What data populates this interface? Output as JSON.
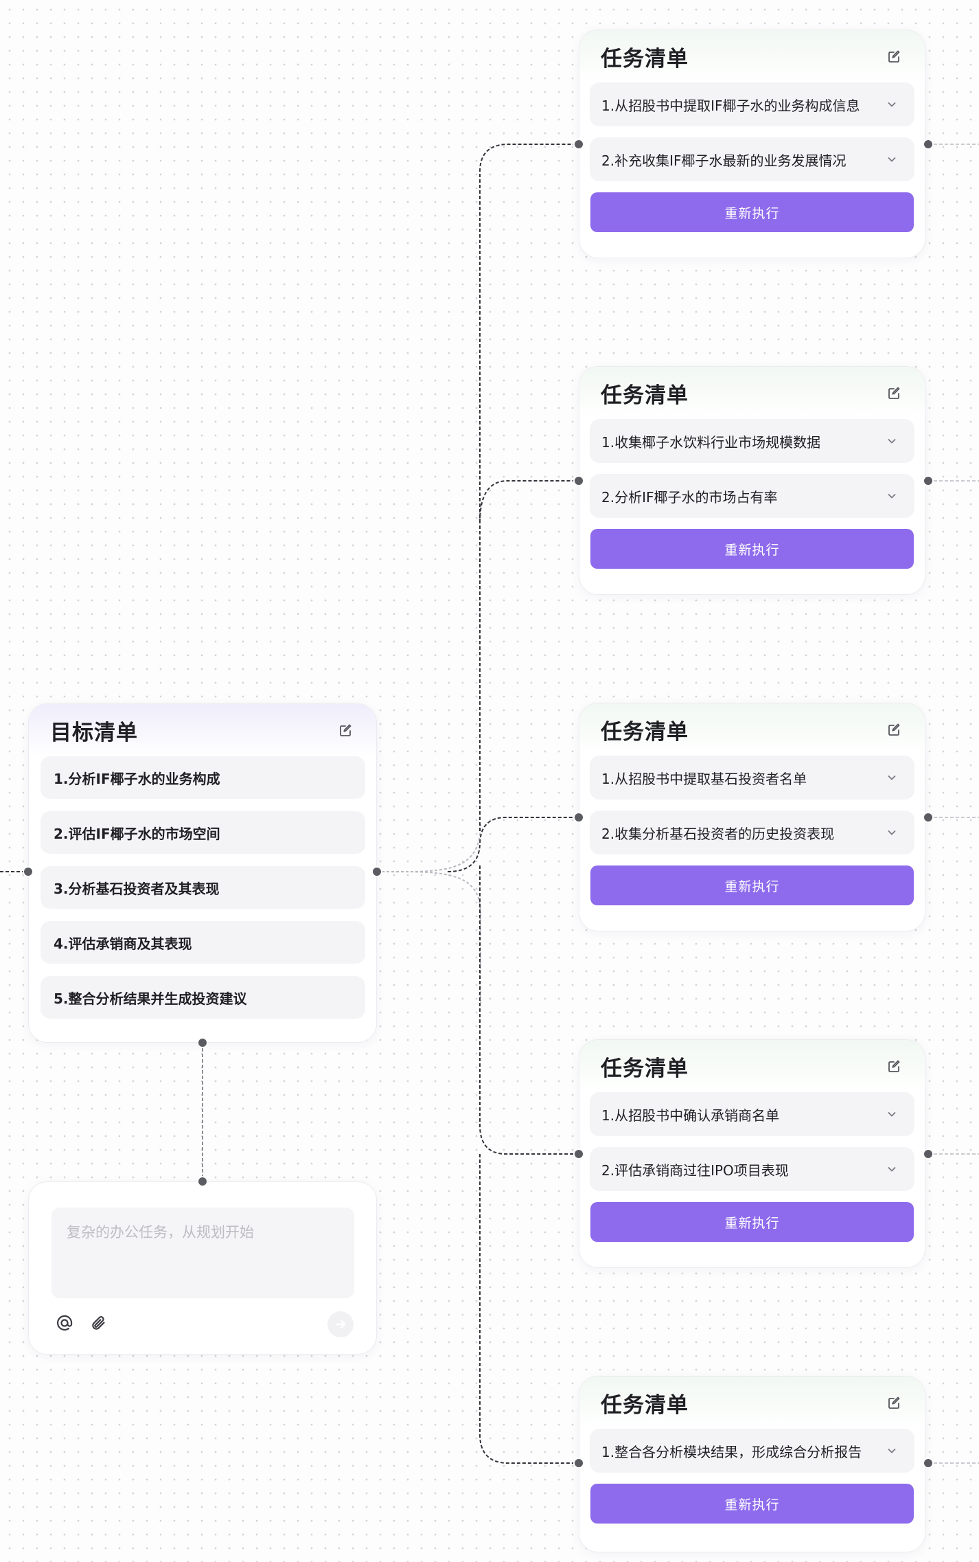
{
  "goal": {
    "title": "目标清单",
    "items": [
      "1.分析IF椰子水的业务构成",
      "2.评估IF椰子水的市场空间",
      "3.分析基石投资者及其表现",
      "4.评估承销商及其表现",
      "5.整合分析结果并生成投资建议"
    ]
  },
  "tasks": [
    {
      "title": "任务清单",
      "items": [
        "1.从招股书中提取IF椰子水的业务构成信息",
        "2.补充收集IF椰子水最新的业务发展情况"
      ],
      "button": "重新执行"
    },
    {
      "title": "任务清单",
      "items": [
        "1.收集椰子水饮料行业市场规模数据",
        "2.分析IF椰子水的市场占有率"
      ],
      "button": "重新执行"
    },
    {
      "title": "任务清单",
      "items": [
        "1.从招股书中提取基石投资者名单",
        "2.收集分析基石投资者的历史投资表现"
      ],
      "button": "重新执行"
    },
    {
      "title": "任务清单",
      "items": [
        "1.从招股书中确认承销商名单",
        "2.评估承销商过往IPO项目表现"
      ],
      "button": "重新执行"
    },
    {
      "title": "任务清单",
      "items": [
        "1.整合各分析模块结果，形成综合分析报告"
      ],
      "button": "重新执行"
    }
  ],
  "input": {
    "placeholder": "复杂的办公任务，从规划开始"
  },
  "icons": {
    "edit": "edit-icon",
    "chevron": "chevron-down-icon",
    "mention": "at-icon",
    "attach": "paperclip-icon",
    "send": "send-icon"
  },
  "colors": {
    "accent": "#8e6bec",
    "edge": "#33333a",
    "edge_light": "#b9b9c0"
  }
}
